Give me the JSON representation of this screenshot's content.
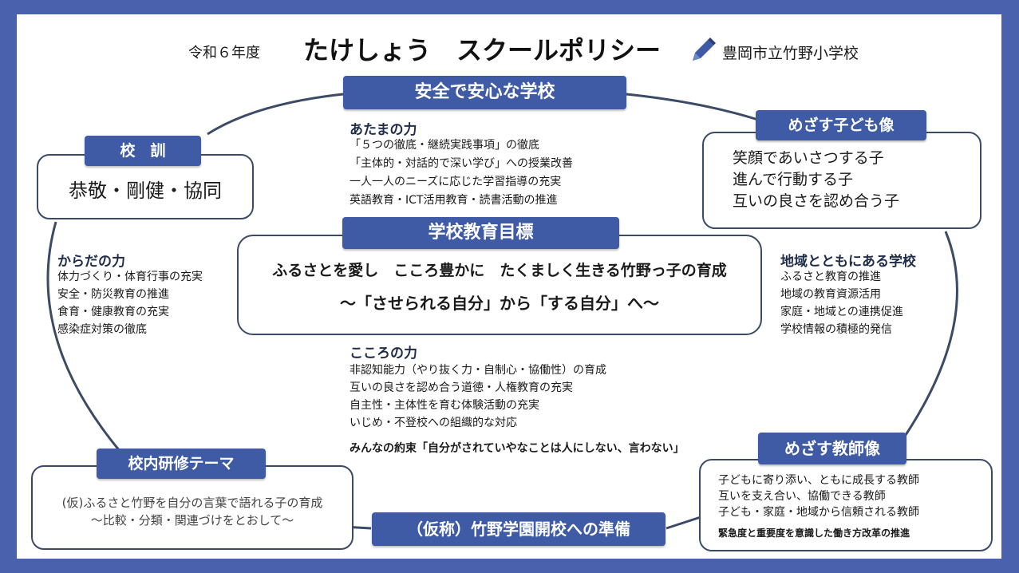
{
  "title": {
    "era": "令和６年度",
    "main": "たけしょう　スクールポリシー",
    "school": "豊岡市立竹野小学校",
    "pencil_icon": "pencil-icon"
  },
  "safe_school": {
    "header": "安全で安心な学校",
    "atama": {
      "title": "あたまの力",
      "items": [
        "「５つの徹底・継続実践事項」の徹底",
        "「主体的・対話的で深い学び」への授業改善",
        "一人一人のニーズに応じた学習指導の充実",
        "英語教育・ICT活用教育・読書活動の推進"
      ]
    }
  },
  "motto": {
    "header": "校　訓",
    "text": "恭敬・剛健・協同"
  },
  "child_image": {
    "header": "めざす子ども像",
    "items": [
      "笑顔であいさつする子",
      "進んで行動する子",
      "互いの良さを認め合う子"
    ]
  },
  "karada": {
    "title": "からだの力",
    "items": [
      "体力づくり・体育行事の充実",
      "安全・防災教育の推進",
      "食育・健康教育の充実",
      "感染症対策の徹底"
    ]
  },
  "goal": {
    "header": "学校教育目標",
    "line1": "ふるさとを愛し　こころ豊かに　たくましく生きる竹野っ子の育成",
    "line2": "〜「させられる自分」から「する自分」へ〜"
  },
  "community": {
    "title": "地域とともにある学校",
    "items": [
      "ふるさと教育の推進",
      "地域の教育資源活用",
      "家庭・地域との連携促進",
      "学校情報の積極的発信"
    ]
  },
  "kokoro": {
    "title": "こころの力",
    "items": [
      "非認知能力（やり抜く力・自制心・協働性）の育成",
      "互いの良さを認め合う道徳・人権教育の充実",
      "自主性・主体性を育む体験活動の充実",
      "いじめ・不登校への組織的な対応"
    ],
    "promise": "みんなの約束「自分がされていやなことは人にしない、言わない」"
  },
  "training": {
    "header": "校内研修テーマ",
    "line1": "(仮)ふるさと竹野を自分の言葉で語れる子の育成",
    "line2": "〜比較・分類・関連づけをとおして〜"
  },
  "preparation": {
    "header": "（仮称）竹野学園開校への準備"
  },
  "teacher_image": {
    "header": "めざす教師像",
    "items": [
      "子どもに寄り添い、ともに成長する教師",
      "互いを支え合い、協働できる教師",
      "子ども・家庭・地域から信頼される教師"
    ],
    "reform": "緊急度と重要度を意識した働き方改革の推進"
  },
  "colors": {
    "frame": "#4a62ad",
    "header_bg": "#3f5ba6",
    "outline": "#3b4a66"
  }
}
